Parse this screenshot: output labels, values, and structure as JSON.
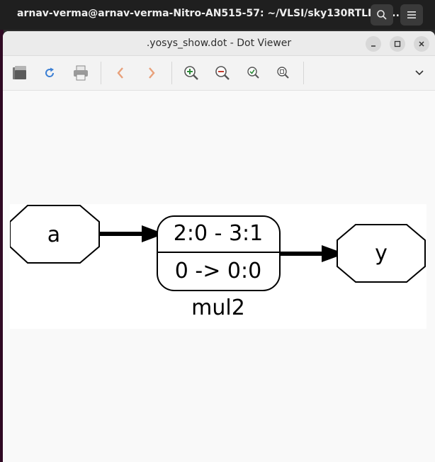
{
  "terminal": {
    "title": "arnav-verma@arnav-verma-Nitro-AN515-57: ~/VLSI/sky130RTLDesi..."
  },
  "window": {
    "title": ".yosys_show.dot - Dot Viewer"
  },
  "toolbar": {
    "icons": [
      "open-icon",
      "reload-icon",
      "print-icon",
      "back-icon",
      "forward-icon",
      "zoom-in-icon",
      "zoom-out-icon",
      "zoom-fit-icon",
      "zoom-100-icon",
      "menu-chevron-icon"
    ]
  },
  "graph": {
    "input_node": "a",
    "output_node": "y",
    "cell_top": "2:0 - 3:1",
    "cell_bottom": "0 -> 0:0",
    "cell_label": "mul2"
  },
  "colors": {
    "accent_blue": "#3b7fd4",
    "nav_orange": "#e8a07a",
    "zoom_green": "#2e8b3a",
    "zoom_red": "#c0392b"
  }
}
